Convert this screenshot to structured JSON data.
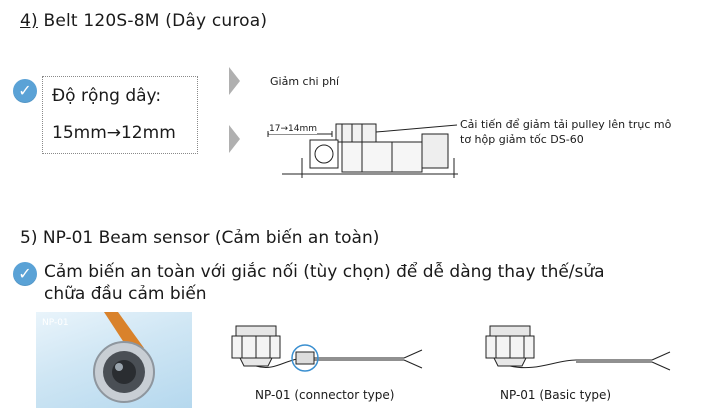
{
  "section4": {
    "title_prefix": "4)",
    "title_rest": " Belt 120S-8M (Dây curoa)",
    "box_line1": "Độ rộng dây:",
    "box_line2": "15mm→12mm",
    "cost_label": "Giảm chi phí",
    "dim_label": "17→14mm",
    "improve_note_line1": "Cải tiến để giảm tải pulley lên trục mô",
    "improve_note_line2": "tơ hộp giảm tốc DS-60"
  },
  "section5": {
    "title": "5) NP-01 Beam sensor (Cảm biến an toàn)",
    "bullet_line1": "Cảm biến an toàn với giắc nối (tùy chọn) để dễ dàng thay thế/sửa",
    "bullet_line2": "chữa đầu cảm biến",
    "photo_tag": "NP-01",
    "caption_connector": "NP-01 (connector type)",
    "caption_basic": "NP-01 (Basic type)"
  },
  "icons": {
    "check": "checkmark-circle-icon",
    "chevron": "chevron-right-icon"
  },
  "colors": {
    "check_bg": "#5aa2d6",
    "chevron": "#b0b0b0",
    "connector_highlight": "#3a8fd0"
  }
}
